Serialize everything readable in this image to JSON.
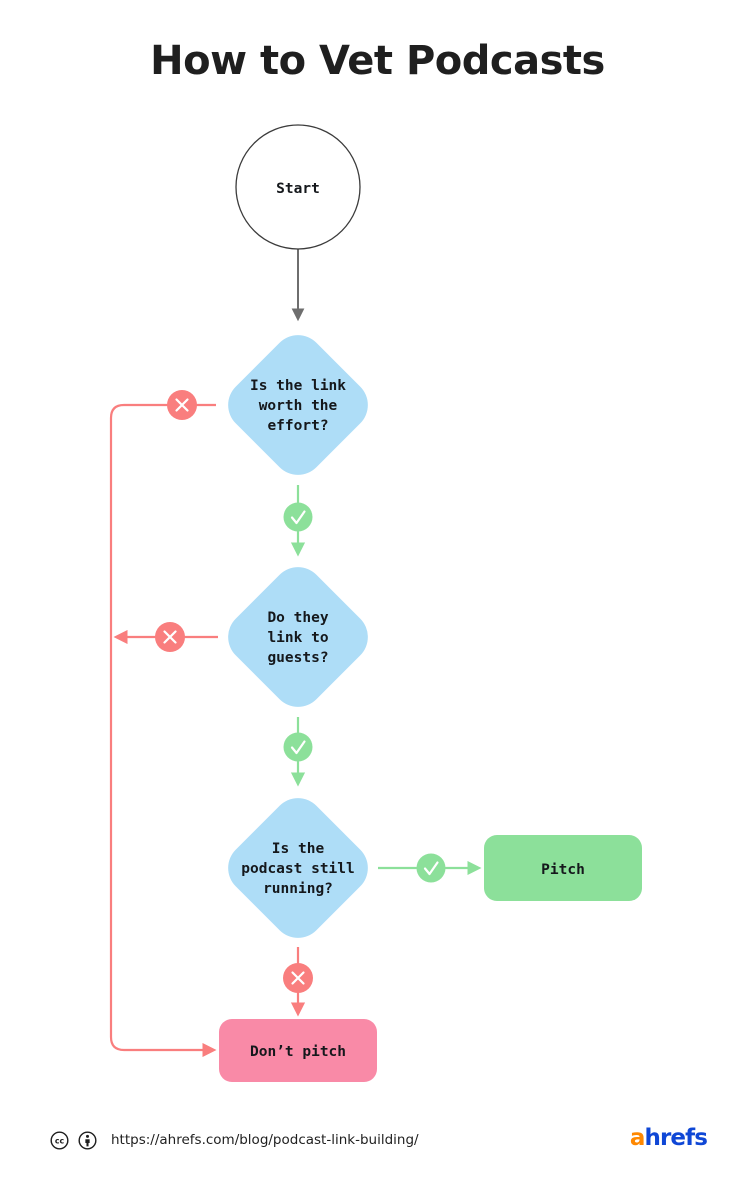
{
  "page": {
    "title": "How to Vet Podcasts",
    "background": "#ffffff"
  },
  "colors": {
    "decision_fill": "#AEDDF7",
    "decision_text": "#15181c",
    "yes_green": "#8CE09A",
    "no_red": "#F97E7E",
    "pitch_fill": "#8CE09A",
    "dont_pitch_fill": "#F98AA7",
    "start_stroke": "#3b3b3b",
    "start_arrow": "#6e6e6e",
    "brand_orange": "#ff8800",
    "brand_blue": "#0f47d6"
  },
  "flowchart": {
    "type": "flowchart",
    "nodes": [
      {
        "id": "start",
        "shape": "circle",
        "label": "Start"
      },
      {
        "id": "d1",
        "shape": "diamond",
        "label_lines": [
          "Is the link",
          "worth the",
          "effort?"
        ]
      },
      {
        "id": "d2",
        "shape": "diamond",
        "label_lines": [
          "Do they",
          "link to",
          "guests?"
        ]
      },
      {
        "id": "d3",
        "shape": "diamond",
        "label_lines": [
          "Is the",
          "podcast still",
          "running?"
        ]
      },
      {
        "id": "pitch",
        "shape": "rounded-rect",
        "label": "Pitch"
      },
      {
        "id": "dont_pitch",
        "shape": "rounded-rect",
        "label": "Don’t pitch"
      }
    ],
    "edges": [
      {
        "from": "start",
        "to": "d1",
        "badge": "none",
        "color": "#6e6e6e"
      },
      {
        "from": "d1",
        "to": "dont_pitch",
        "badge": "cross",
        "color": "#F97E7E"
      },
      {
        "from": "d1",
        "to": "d2",
        "badge": "check",
        "color": "#8CE09A"
      },
      {
        "from": "d2",
        "to": "dont_pitch",
        "badge": "cross",
        "color": "#F97E7E"
      },
      {
        "from": "d2",
        "to": "d3",
        "badge": "check",
        "color": "#8CE09A"
      },
      {
        "from": "d3",
        "to": "pitch",
        "badge": "check",
        "color": "#8CE09A"
      },
      {
        "from": "d3",
        "to": "dont_pitch",
        "badge": "cross",
        "color": "#F97E7E"
      }
    ],
    "badges": {
      "check_symbol": "check-icon",
      "cross_symbol": "cross-icon"
    }
  },
  "footer": {
    "license_icons": [
      "creative-commons-icon",
      "attribution-icon"
    ],
    "url": "https://ahrefs.com/blog/podcast-link-building/",
    "brand_first": "a",
    "brand_rest": "hrefs"
  }
}
